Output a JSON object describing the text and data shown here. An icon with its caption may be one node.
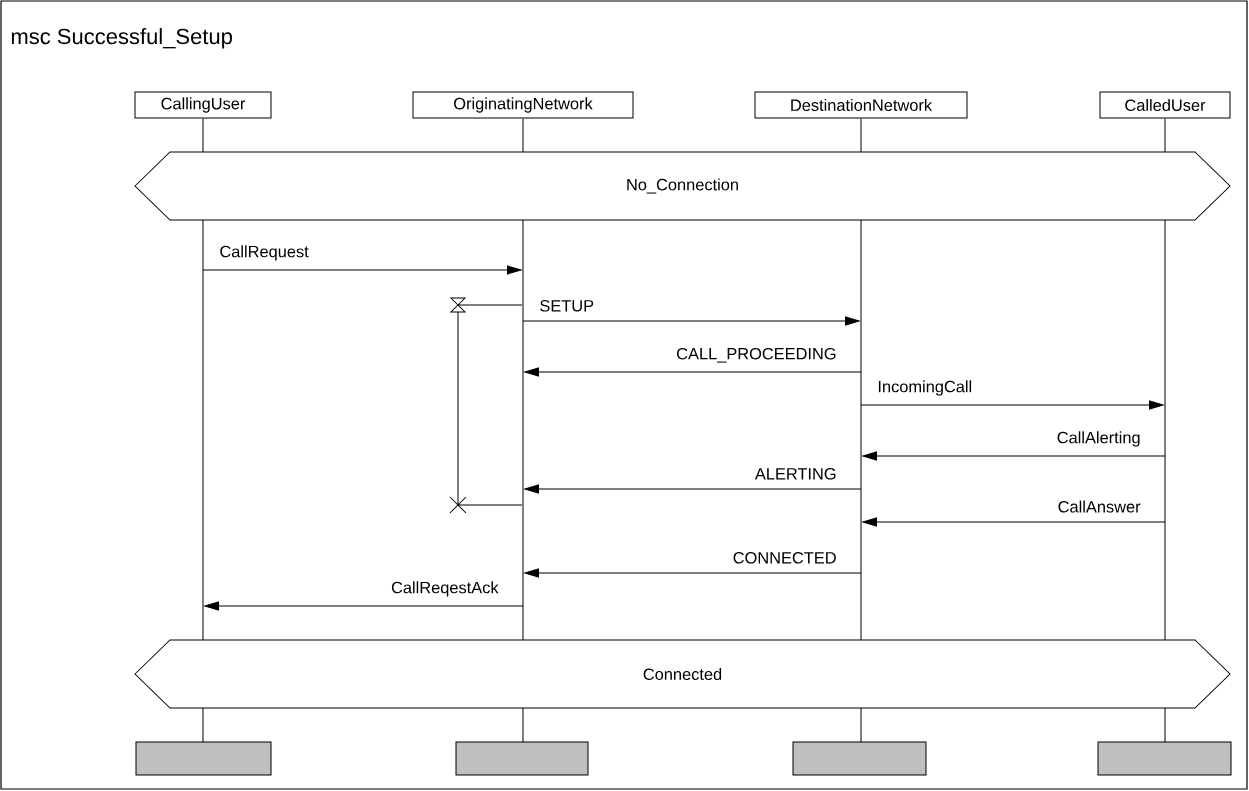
{
  "diagram": {
    "title": "msc Successful_Setup",
    "nodes": [
      {
        "text": [
          "CallingUser"
        ]
      },
      {
        "text": [
          "OriginatingNetwork"
        ]
      },
      {
        "text": [
          "DestinationNetwork"
        ]
      },
      {
        "text": [
          "CalledUser"
        ]
      },
      {
        "text": [
          "No_Connection"
        ]
      },
      {
        "text": [
          "Connected"
        ]
      },
      {
        "text": [],
        "shape": "bar"
      },
      {
        "text": [],
        "shape": "bar"
      },
      {
        "text": [],
        "shape": "bar"
      },
      {
        "text": [],
        "shape": "bar"
      }
    ],
    "edges": [
      {
        "from": 0,
        "to": 1,
        "arrow": "to",
        "label": "CallRequest"
      },
      {
        "from": 1,
        "to": 2,
        "arrow": "to",
        "label": "SETUP"
      },
      {
        "from": 2,
        "to": 1,
        "arrow": "to",
        "label": "CALL_PROCEEDING"
      },
      {
        "from": 2,
        "to": 3,
        "arrow": "to",
        "label": "IncomingCall"
      },
      {
        "from": 3,
        "to": 2,
        "arrow": "to",
        "label": "CallAlerting"
      },
      {
        "from": 2,
        "to": 1,
        "arrow": "to",
        "label": "ALERTING"
      },
      {
        "from": 3,
        "to": 2,
        "arrow": "to",
        "label": "CallAnswer"
      },
      {
        "from": 2,
        "to": 1,
        "arrow": "to",
        "label": "CONNECTED"
      },
      {
        "from": 1,
        "to": 0,
        "arrow": "to",
        "label": "CallReqestAck"
      }
    ]
  }
}
